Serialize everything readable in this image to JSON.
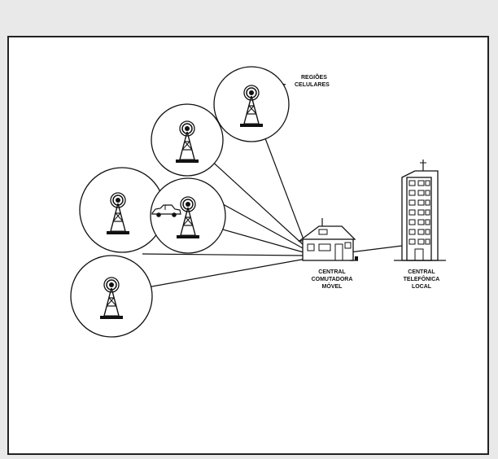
{
  "labels": {
    "regions_line1": "REGIÕES",
    "regions_line2": "CELULARES",
    "switch_line1": "CENTRAL",
    "switch_line2": "COMUTADORA",
    "switch_line3": "MÓVEL",
    "local_line1": "CENTRAL",
    "local_line2": "TELEFÔNICA",
    "local_line3": "LOCAL"
  },
  "icons": {
    "cell_tower": "cell-tower-icon",
    "car": "car-icon",
    "switching_center": "switching-center-icon",
    "telephone_building": "telephone-building-icon"
  },
  "colors": {
    "line": "#111111",
    "frame": "#222222",
    "background": "#ffffff"
  }
}
